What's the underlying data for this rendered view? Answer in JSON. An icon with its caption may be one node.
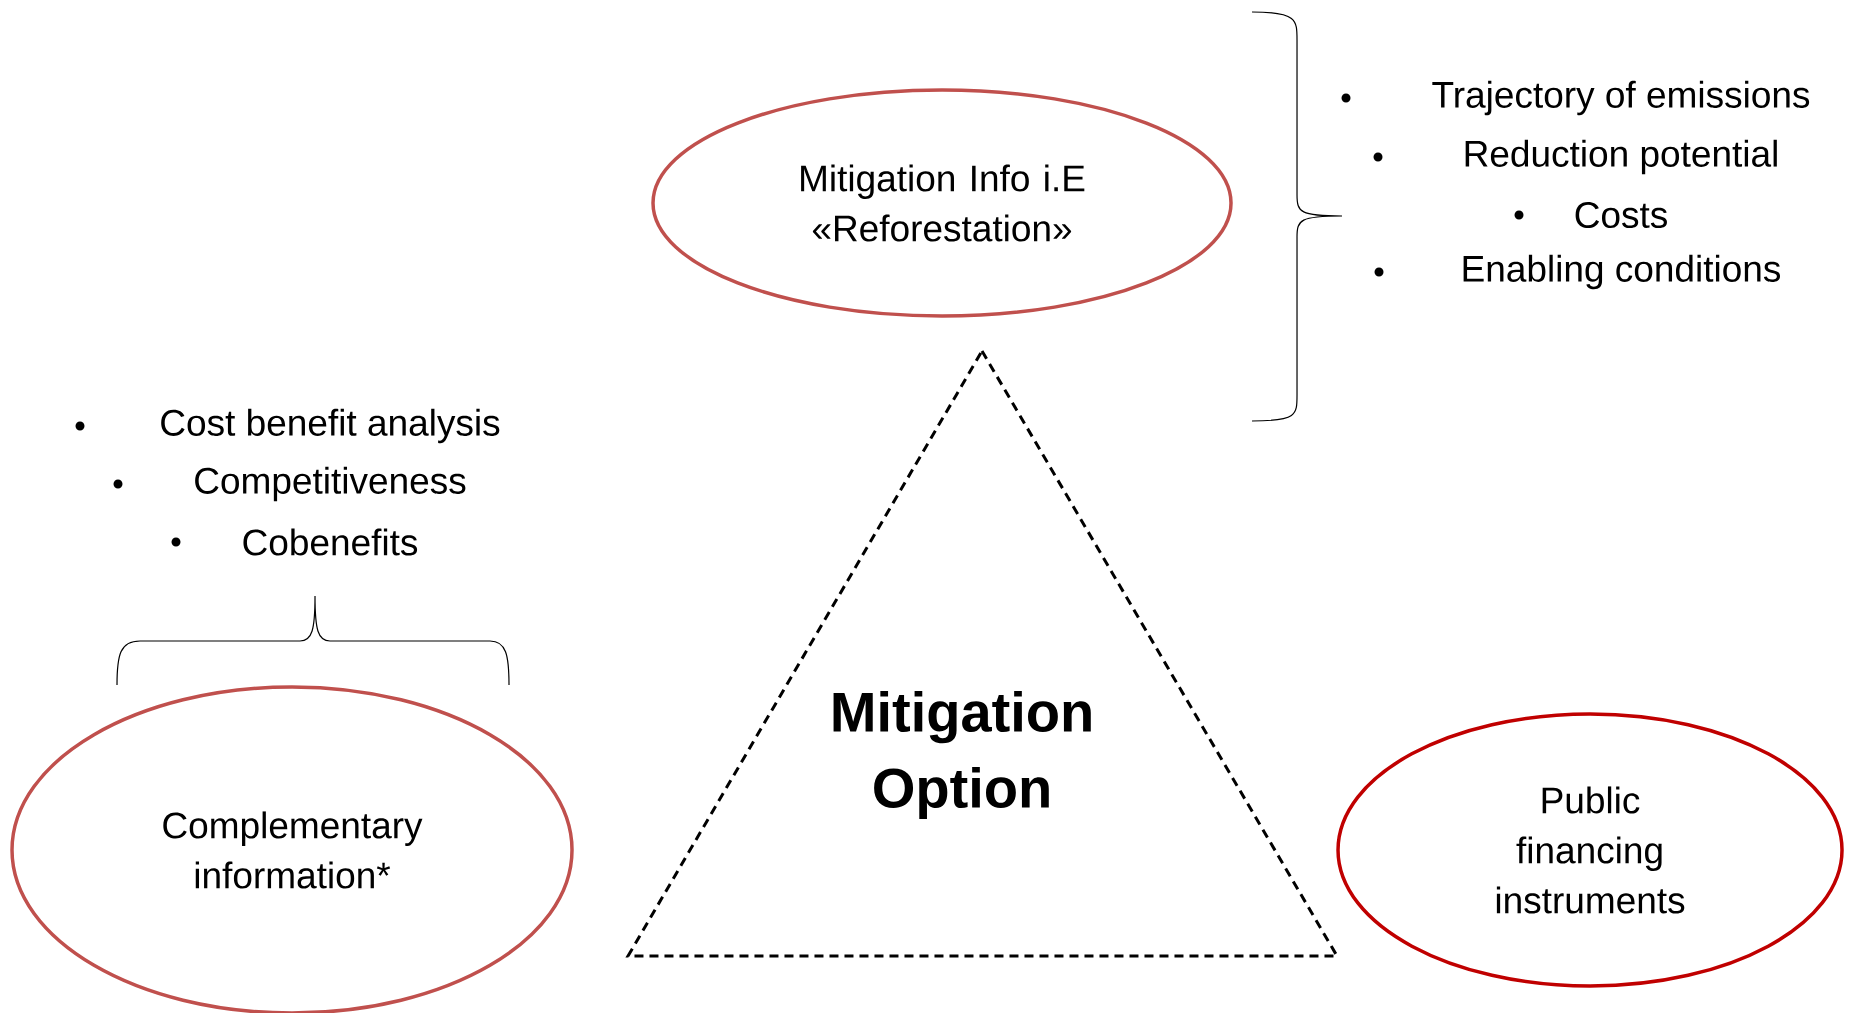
{
  "diagram": {
    "nodes": [
      {
        "text": [
          "Mitigation Info i.E «Reforestation»"
        ]
      },
      {
        "text": [
          "Complementary information*"
        ]
      },
      {
        "text": [
          "Mitigation Option"
        ]
      },
      {
        "text": [
          "Public financing instruments"
        ]
      }
    ],
    "labels": [
      "Trajectory of emissions",
      "Reduction potential",
      "Costs",
      "Enabling conditions",
      "Cost benefit analysis",
      "Competitiveness",
      "Cobenefits"
    ]
  }
}
